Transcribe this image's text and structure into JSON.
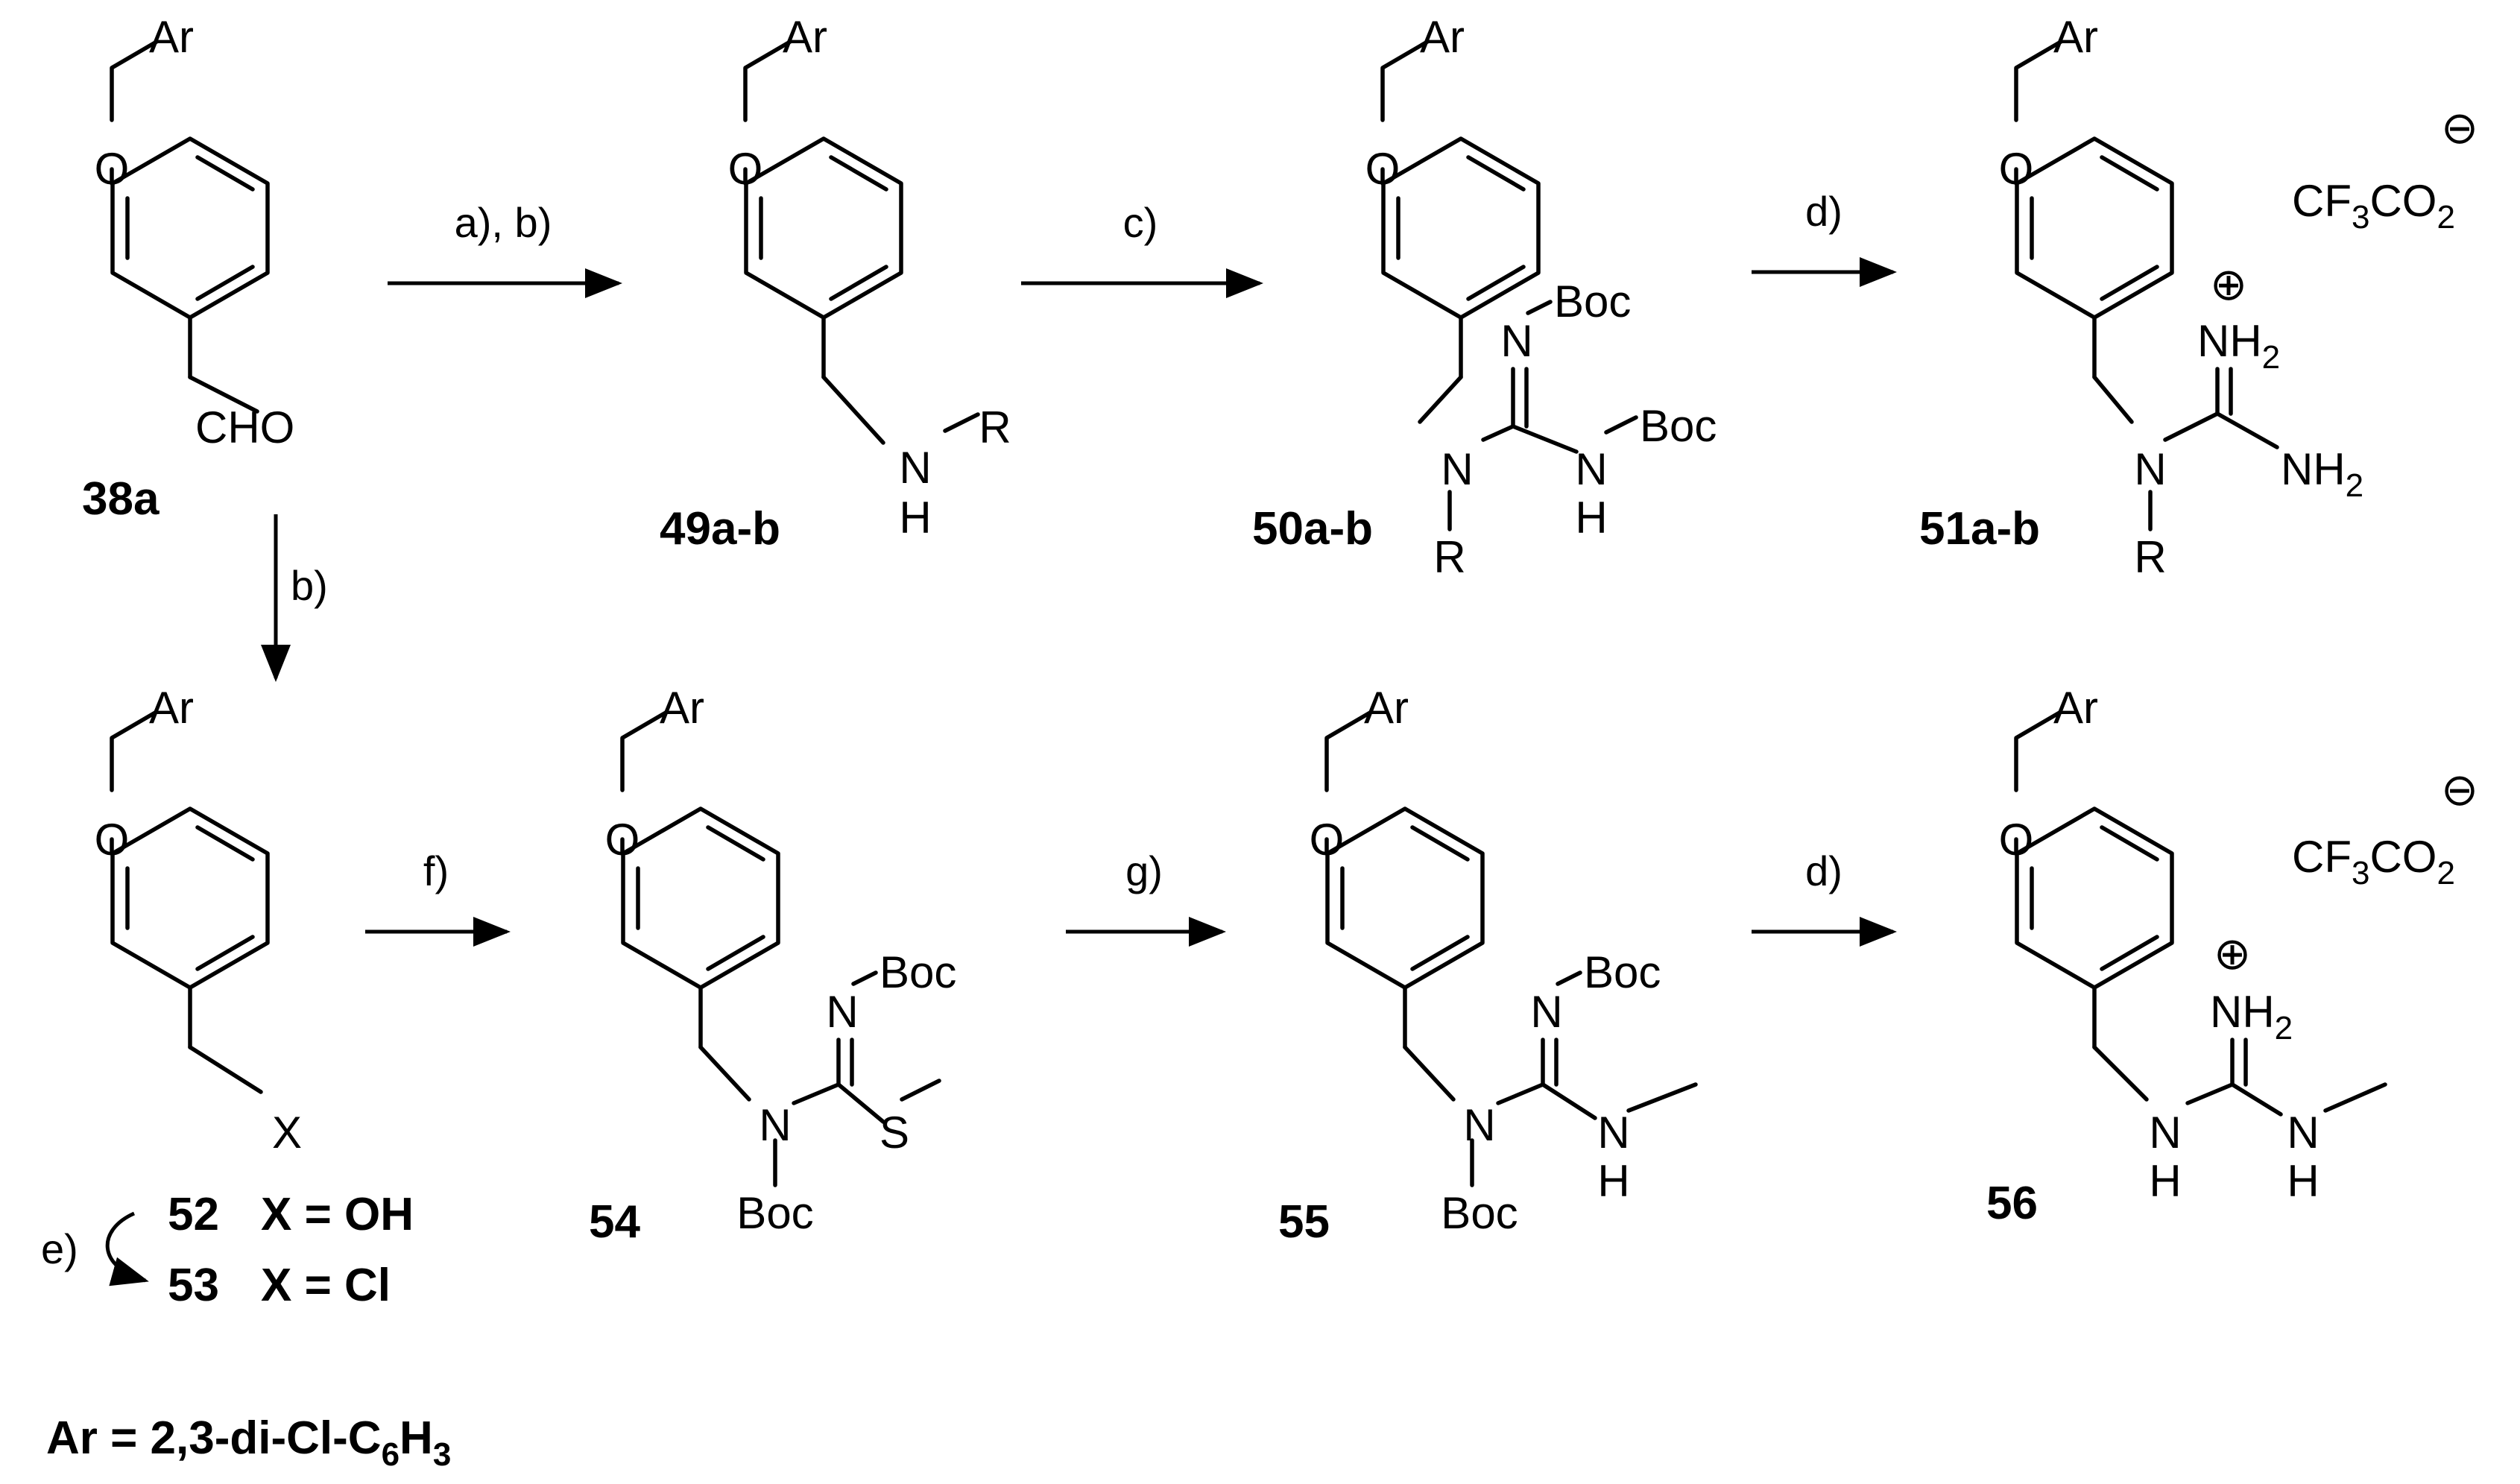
{
  "atoms": {
    "ar": "Ar",
    "o": "O",
    "cho": "CHO",
    "n": "N",
    "h": "H",
    "r": "R",
    "boc": "Boc",
    "s": "S",
    "x": "X",
    "nh": "NH",
    "sub2": "2",
    "sub3": "3"
  },
  "counterion": {
    "prefix": "CF",
    "sub3": "3",
    "middle": "CO",
    "sub2": "2",
    "charge": "⊖"
  },
  "cation_charge": "⊕",
  "compounds": {
    "c38a": "38a",
    "c49": "49a-b",
    "c50": "50a-b",
    "c51": "51a-b",
    "c52": "52",
    "c52x": "X = OH",
    "c53": "53",
    "c53x": "X = Cl",
    "c54": "54",
    "c55": "55",
    "c56": "56"
  },
  "conditions": {
    "ab": "a), b)",
    "b": "b)",
    "c": "c)",
    "d": "d)",
    "e": "e)",
    "f": "f)",
    "g": "g)"
  },
  "footnote": {
    "text": "Ar = 2,3-di-Cl-C",
    "sub6": "6",
    "mid": "H",
    "sub3": "3"
  }
}
